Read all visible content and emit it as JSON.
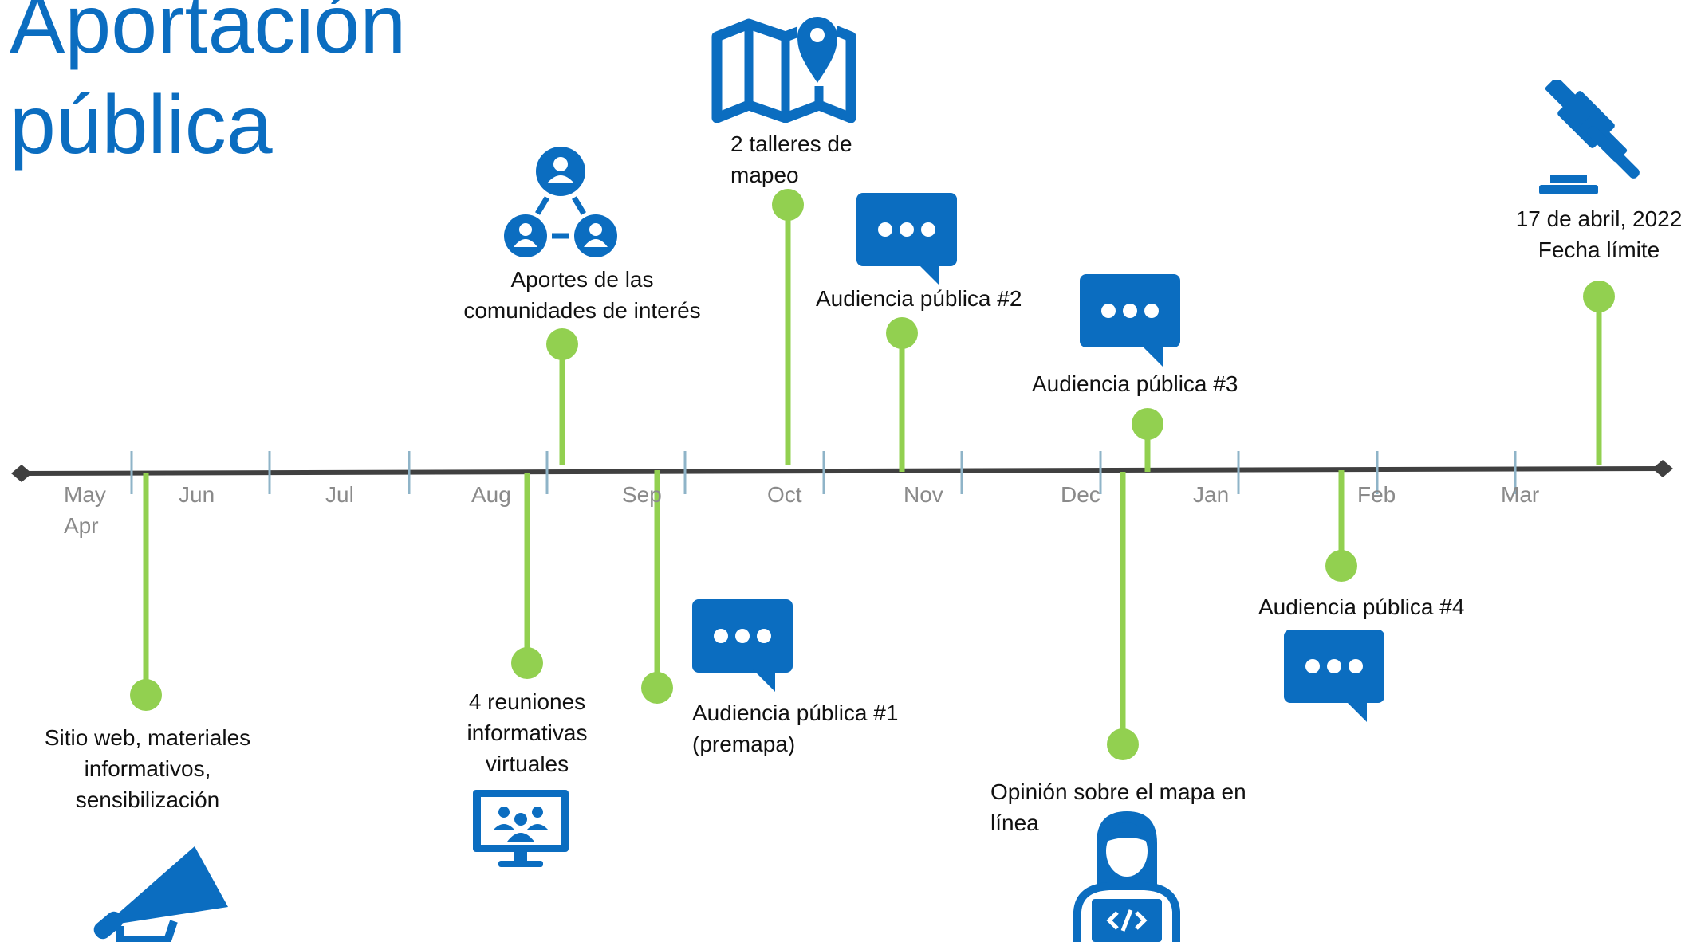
{
  "title": {
    "line1": "Aportación",
    "line2": "pública"
  },
  "colors": {
    "accent_blue": "#0b6dc0",
    "marker_green": "#92d050",
    "axis_dark": "#404040",
    "tick_blue": "#8fb4c8",
    "month_gray": "#8a8a8a"
  },
  "months": [
    "May",
    "Apr",
    "Jun",
    "Jul",
    "Aug",
    "Sep",
    "Oct",
    "Nov",
    "Dec",
    "Jan",
    "Feb",
    "Mar"
  ],
  "events": [
    {
      "label": "Sitio web, materiales\ninformativos,\nsensibilización",
      "icon": "megaphone-icon"
    },
    {
      "label": "4 reuniones\ninformativas\nvirtuales",
      "icon": "virtual-meeting-icon"
    },
    {
      "label": "Aportes de las\ncomunidades de interés",
      "icon": "community-network-icon"
    },
    {
      "label": "Audiencia pública #1\n(premapa)",
      "icon": "chat-bubble-icon"
    },
    {
      "label": "2 talleres de\nmapeo",
      "icon": "map-pin-icon"
    },
    {
      "label": "Audiencia pública #2",
      "icon": "chat-bubble-icon"
    },
    {
      "label": "Audiencia pública #3",
      "icon": "chat-bubble-icon"
    },
    {
      "label": "Opinión sobre el mapa en\nlínea",
      "icon": "online-map-user-icon"
    },
    {
      "label": "Audiencia pública #4",
      "icon": "chat-bubble-icon"
    },
    {
      "label": "17 de abril, 2022\nFecha límite",
      "icon": "gavel-icon"
    }
  ]
}
